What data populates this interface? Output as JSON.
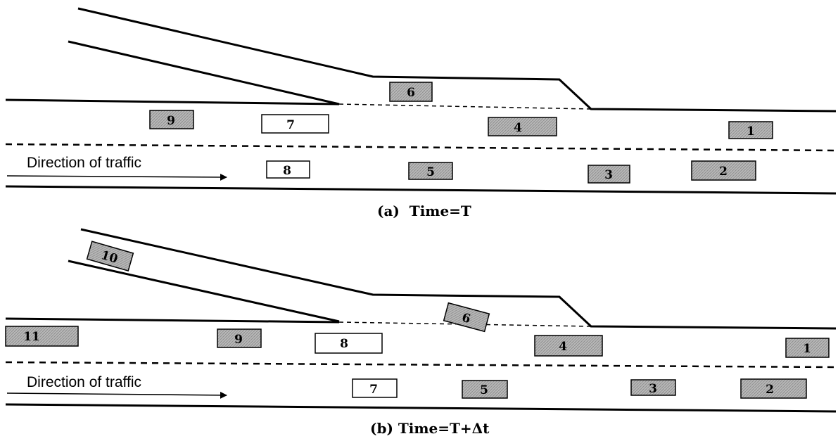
{
  "panels": [
    {
      "caption": "(a)  Time=T",
      "direction_label": "Direction  of traffic",
      "vehicles": [
        {
          "label": "1",
          "kind": "shaded"
        },
        {
          "label": "2",
          "kind": "shaded"
        },
        {
          "label": "3",
          "kind": "shaded"
        },
        {
          "label": "4",
          "kind": "shaded"
        },
        {
          "label": "5",
          "kind": "shaded"
        },
        {
          "label": "6",
          "kind": "shaded"
        },
        {
          "label": "7",
          "kind": "white"
        },
        {
          "label": "8",
          "kind": "white"
        },
        {
          "label": "9",
          "kind": "shaded"
        }
      ]
    },
    {
      "caption": "(b) Time=T+Δt",
      "direction_label": "Direction  of traffic",
      "vehicles": [
        {
          "label": "1",
          "kind": "shaded"
        },
        {
          "label": "2",
          "kind": "shaded"
        },
        {
          "label": "3",
          "kind": "shaded"
        },
        {
          "label": "4",
          "kind": "shaded"
        },
        {
          "label": "5",
          "kind": "shaded"
        },
        {
          "label": "6",
          "kind": "shaded"
        },
        {
          "label": "7",
          "kind": "white"
        },
        {
          "label": "8",
          "kind": "white"
        },
        {
          "label": "9",
          "kind": "shaded"
        },
        {
          "label": "10",
          "kind": "shaded"
        },
        {
          "label": "11",
          "kind": "shaded"
        }
      ]
    }
  ],
  "colors": {
    "line": "#000000",
    "shaded_fill": "#b3b3b3",
    "white_fill": "#ffffff"
  }
}
